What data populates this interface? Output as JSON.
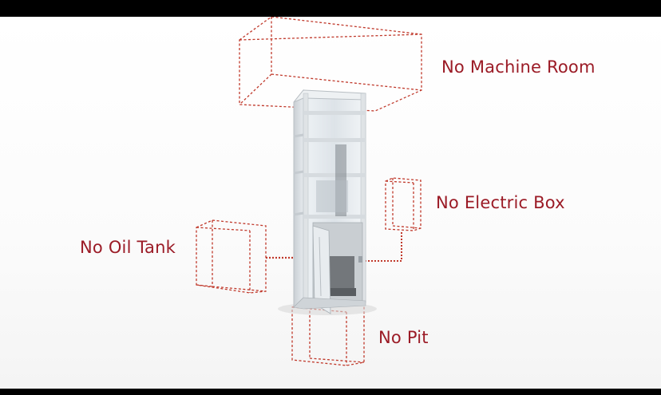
{
  "labels": {
    "machine_room": "No Machine Room",
    "electric_box": "No Electric Box",
    "oil_tank": "No Oil Tank",
    "pit": "No Pit"
  },
  "colors": {
    "accent": "#c0392b",
    "label_text": "#9b1b26",
    "frame": "#d9dde1",
    "glass": "#e9eef2"
  },
  "icons": [
    "elevator-illustration",
    "machine-room-outline",
    "electric-box-outline",
    "oil-tank-outline",
    "pit-outline"
  ]
}
